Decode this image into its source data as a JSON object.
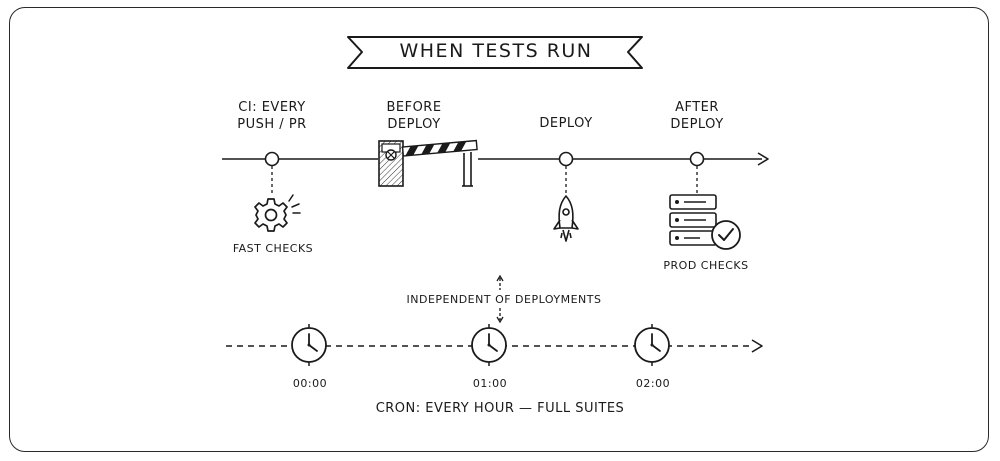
{
  "title": "WHEN TESTS RUN",
  "top_timeline": {
    "stages": [
      {
        "id": "ci",
        "label_lines": [
          "CI: EVERY",
          "PUSH / PR"
        ],
        "caption": "FAST CHECKS",
        "icon": "gear-icon"
      },
      {
        "id": "before-deploy",
        "label_lines": [
          "BEFORE",
          "DEPLOY"
        ],
        "caption": "",
        "icon": "barrier-gate-icon"
      },
      {
        "id": "deploy",
        "label_lines": [
          "DEPLOY"
        ],
        "caption": "",
        "icon": "rocket-icon"
      },
      {
        "id": "after-deploy",
        "label_lines": [
          "AFTER",
          "DEPLOY"
        ],
        "caption": "PROD CHECKS",
        "icon": "server-check-icon"
      }
    ]
  },
  "cron_timeline": {
    "note": "INDEPENDENT OF DEPLOYMENTS",
    "times": [
      "00:00",
      "01:00",
      "02:00"
    ],
    "caption": "CRON: EVERY HOUR — FULL SUITES",
    "icon": "clock-icon"
  }
}
